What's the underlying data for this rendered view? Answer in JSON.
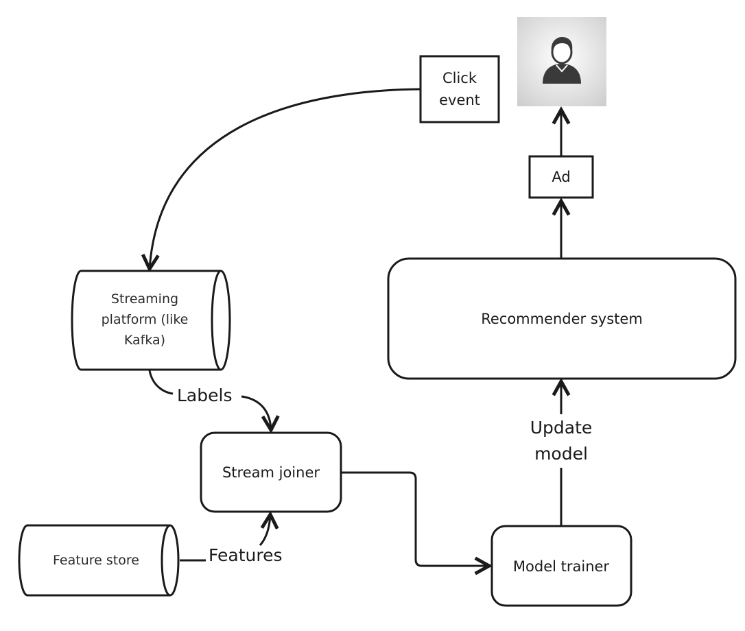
{
  "nodes": {
    "click_event": {
      "line1": "Click",
      "line2": "event"
    },
    "ad": {
      "label": "Ad"
    },
    "recommender": {
      "label": "Recommender system"
    },
    "streaming": {
      "line1": "Streaming",
      "line2": "platform (like",
      "line3": "Kafka)"
    },
    "stream_joiner": {
      "label": "Stream joiner"
    },
    "feature_store": {
      "label": "Feature store"
    },
    "model_trainer": {
      "label": "Model trainer"
    },
    "user": {
      "icon": "user-avatar-icon"
    }
  },
  "edges": {
    "labels": "Labels",
    "features": "Features",
    "update_line1": "Update",
    "update_line2": "model"
  },
  "colors": {
    "stroke": "#1a1a1a",
    "user_bg": "#dcdcdc",
    "user_icon": "#3a3a3a"
  }
}
